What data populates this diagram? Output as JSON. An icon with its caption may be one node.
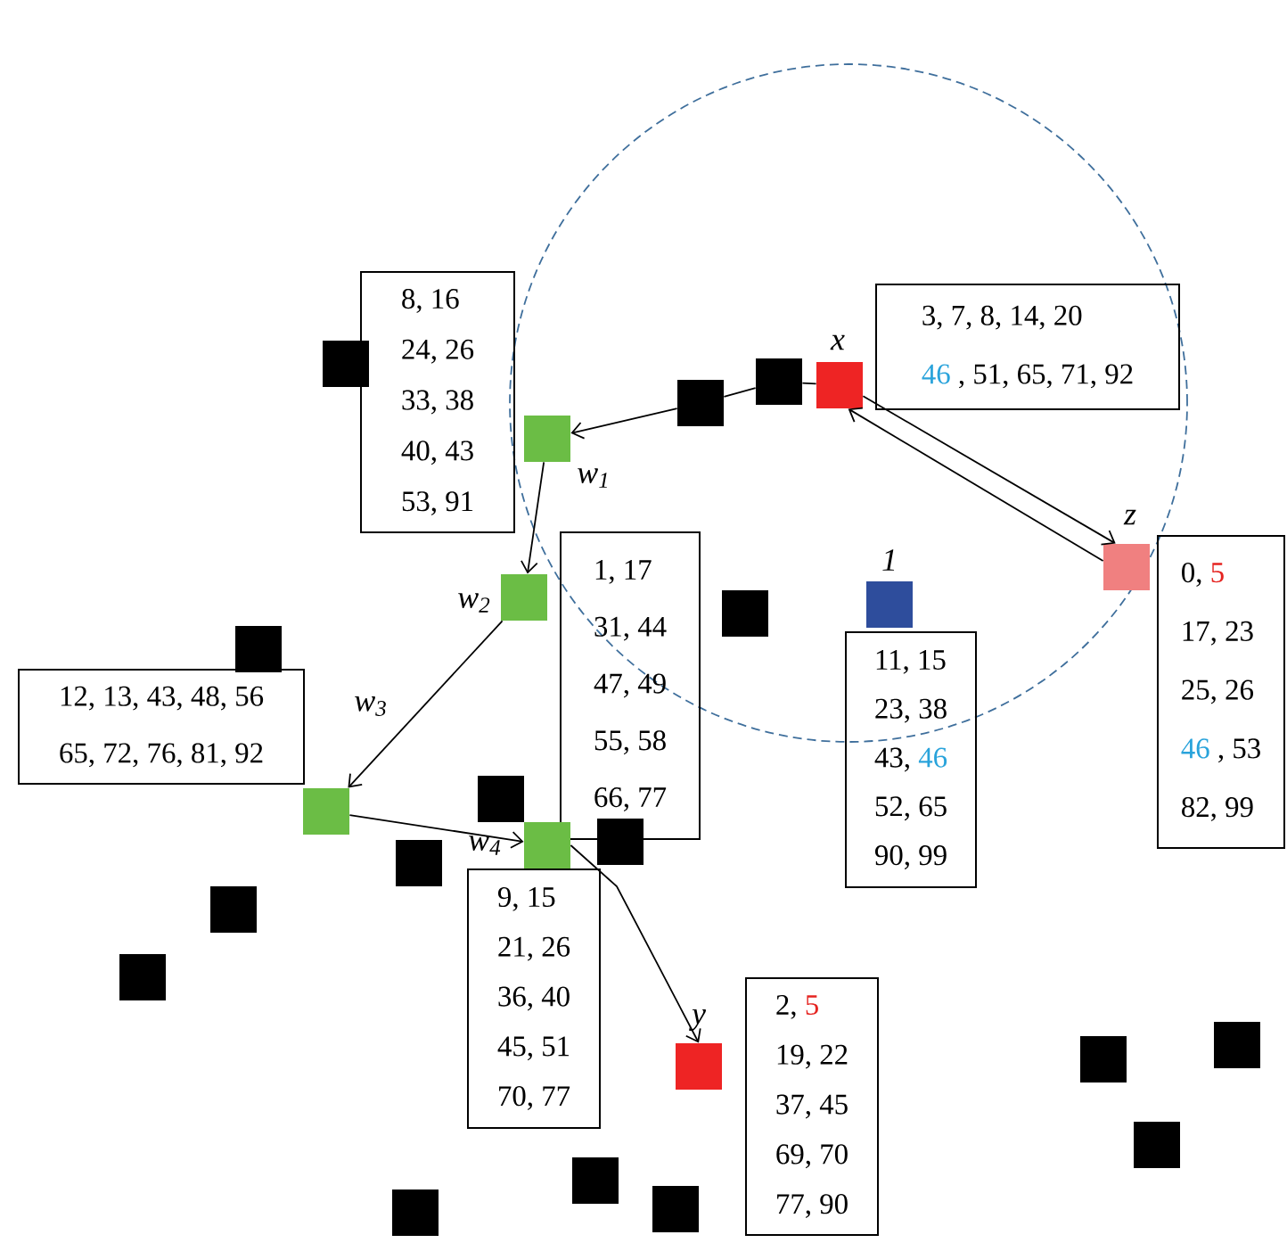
{
  "diagram": {
    "nodes": [
      {
        "text": [
          "8, 16",
          "24, 26",
          "33, 38",
          "40, 43",
          "53, 91"
        ]
      },
      {
        "text": [
          "3, 7, 8, 14, 20",
          "46",
          ", 51, 65, 71, 92"
        ]
      },
      {
        "text": [],
        "shape": "box"
      },
      {
        "text": [],
        "shape": "box"
      },
      {
        "text": [],
        "shape": "box",
        "beside": [
          "x"
        ]
      },
      {
        "text": [],
        "shape": "box"
      },
      {
        "text": [],
        "shape": "box",
        "beside": [
          "w$_{1}$"
        ]
      },
      {
        "text": [
          "1, 17",
          "31, 44",
          "47, 49",
          "55, 58",
          "66, 77"
        ]
      },
      {
        "text": [
          "0,",
          "5",
          "17, 23",
          "25, 26",
          "46",
          ", 53",
          "82, 99"
        ]
      },
      {
        "text": [],
        "shape": "box",
        "beside": [
          "z"
        ]
      },
      {
        "text": [],
        "shape": "box",
        "beside": [
          "w$_{2}$"
        ]
      },
      {
        "text": [],
        "shape": "box",
        "beside": [
          "1"
        ]
      },
      {
        "text": [],
        "shape": "box"
      },
      {
        "text": [
          "11, 15",
          "23, 38",
          "43,",
          "46",
          "52, 65",
          "90, 99"
        ]
      },
      {
        "text": [],
        "shape": "box"
      },
      {
        "text": [
          "12, 13, 43, 48, 56",
          "65, 72, 76, 81, 92"
        ]
      },
      {
        "text": [],
        "shape": "box"
      },
      {
        "text": [],
        "shape": "box",
        "beside": [
          "w$_{3}$"
        ]
      },
      {
        "text": [],
        "shape": "box"
      },
      {
        "text": [],
        "shape": "box",
        "beside": [
          "w$_{4}$"
        ]
      },
      {
        "text": [],
        "shape": "box"
      },
      {
        "text": [
          "9, 15",
          "21, 26",
          "36, 40",
          "45, 51",
          "70, 77"
        ]
      },
      {
        "text": [],
        "shape": "box"
      },
      {
        "text": [],
        "shape": "box"
      },
      {
        "text": [
          "2,",
          "5",
          "19, 22",
          "37, 45",
          "69, 70",
          "77, 90"
        ]
      },
      {
        "text": [],
        "shape": "box"
      },
      {
        "text": [],
        "shape": "box"
      },
      {
        "text": [],
        "shape": "box",
        "beside": [
          "y"
        ]
      },
      {
        "text": [],
        "shape": "box"
      },
      {
        "text": [],
        "shape": "box"
      },
      {
        "text": [],
        "shape": "box"
      },
      {
        "text": [],
        "shape": "box"
      }
    ],
    "edges": [
      {
        "from": 4,
        "to": 3,
        "arrow": "none"
      },
      {
        "from": 3,
        "to": 5,
        "arrow": "none"
      },
      {
        "from": 5,
        "to": 6,
        "arrow": "to"
      },
      {
        "from": 6,
        "to": 10,
        "arrow": "to"
      },
      {
        "from": 10,
        "to": 17,
        "arrow": "to"
      },
      {
        "from": 17,
        "to": 19,
        "arrow": "to"
      },
      {
        "from": 19,
        "to": 27,
        "arrow": "to"
      },
      {
        "from": 4,
        "to": 9,
        "arrow": "to"
      },
      {
        "from": 9,
        "to": 4,
        "arrow": "to"
      }
    ]
  }
}
